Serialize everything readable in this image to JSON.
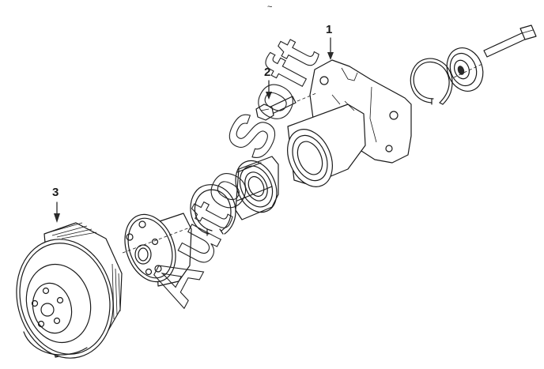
{
  "diagram": {
    "callouts": [
      {
        "id": "callout-1",
        "label": "1"
      },
      {
        "id": "callout-2",
        "label": "2"
      },
      {
        "id": "callout-3",
        "label": "3"
      }
    ],
    "stray_mark": "~",
    "watermark": "Auto Soft"
  }
}
